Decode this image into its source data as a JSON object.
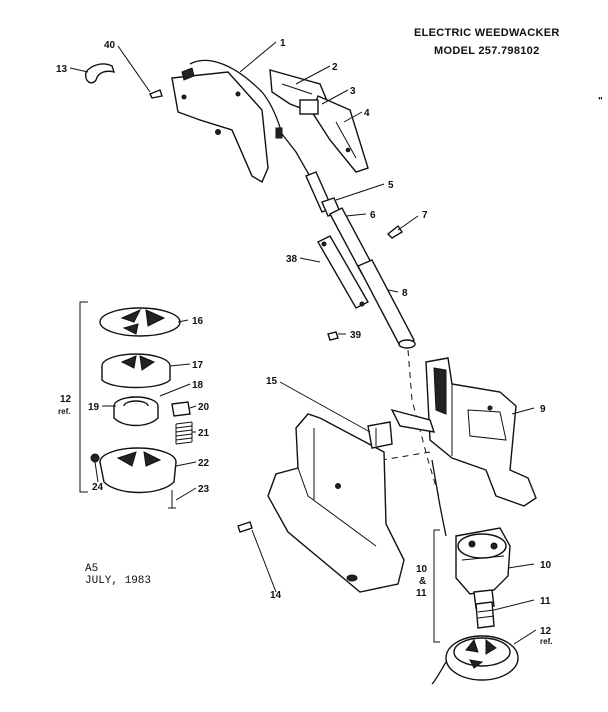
{
  "header": {
    "title": "ELECTRIC WEEDWACKER",
    "model": "MODEL 257.798102"
  },
  "note": {
    "code": "A5",
    "date": "JULY, 1983"
  },
  "callouts": {
    "p1": "1",
    "p2": "2",
    "p3": "3",
    "p4": "4",
    "p5": "5",
    "p6": "6",
    "p7": "7",
    "p8": "8",
    "p9": "9",
    "p10": "10",
    "p10_group_a": "10",
    "p10_group_amp": "&",
    "p10_group_b": "11",
    "p11": "11",
    "p12": "12",
    "p12_ref": "ref.",
    "p12_group": "12",
    "p12_group_ref": "ref.",
    "p13": "13",
    "p14": "14",
    "p15": "15",
    "p16": "16",
    "p17": "17",
    "p18": "18",
    "p19": "19",
    "p20": "20",
    "p21": "21",
    "p22": "22",
    "p23": "23",
    "p24": "24",
    "p38": "38",
    "p39": "39",
    "p40": "40"
  },
  "stray_mark": "\""
}
